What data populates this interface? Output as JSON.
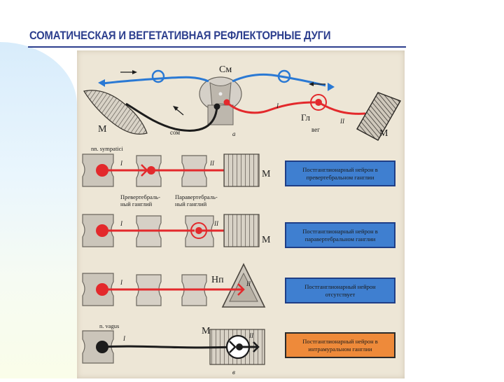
{
  "title": "СОМАТИЧЕСКАЯ И ВЕГЕТАТИВНАЯ РЕФЛЕКТОРНЫЕ ДУГИ",
  "colors": {
    "title": "#2d3f8e",
    "somatic_afferent": "#2a79d4",
    "autonomic_efferent": "#e3292c",
    "somatic_efferent": "#1c1c1c",
    "caption_blue": "#3f7fd0",
    "caption_orange": "#ee8a3a"
  },
  "top_panel": {
    "spinal_cord": "См",
    "muscle_left": "М",
    "muscle_right": "М",
    "ganglion": "Гл",
    "somatic": "сом",
    "vegetative": "вег",
    "center_letter": "а",
    "neuron_i": "I",
    "neuron_ii": "II"
  },
  "rows": [
    {
      "nerve_label": "nn. sympatici",
      "i_label": "I",
      "ii_label": "II",
      "target": "М",
      "caption": "Постганглионарный нейрон в превертебральном ганглии",
      "sub_left": "Превертебраль-\nный ганглий",
      "sub_right": "Паравертебраль-\nный ганглий"
    },
    {
      "i_label": "I",
      "ii_label": "II",
      "target": "М",
      "caption": "Постганглионарный нейрон в паравертебральном ганглии"
    },
    {
      "i_label": "I",
      "ii_label": "II",
      "target": "Нп",
      "caption": "Постганглионарный нейрон отсутствует"
    },
    {
      "nerve_label": "n. vagus",
      "i_label": "I",
      "ii_label": "II",
      "target": "М",
      "caption": "Постганглионарный нейрон в интрамуральном ганглии",
      "letter": "в"
    }
  ]
}
